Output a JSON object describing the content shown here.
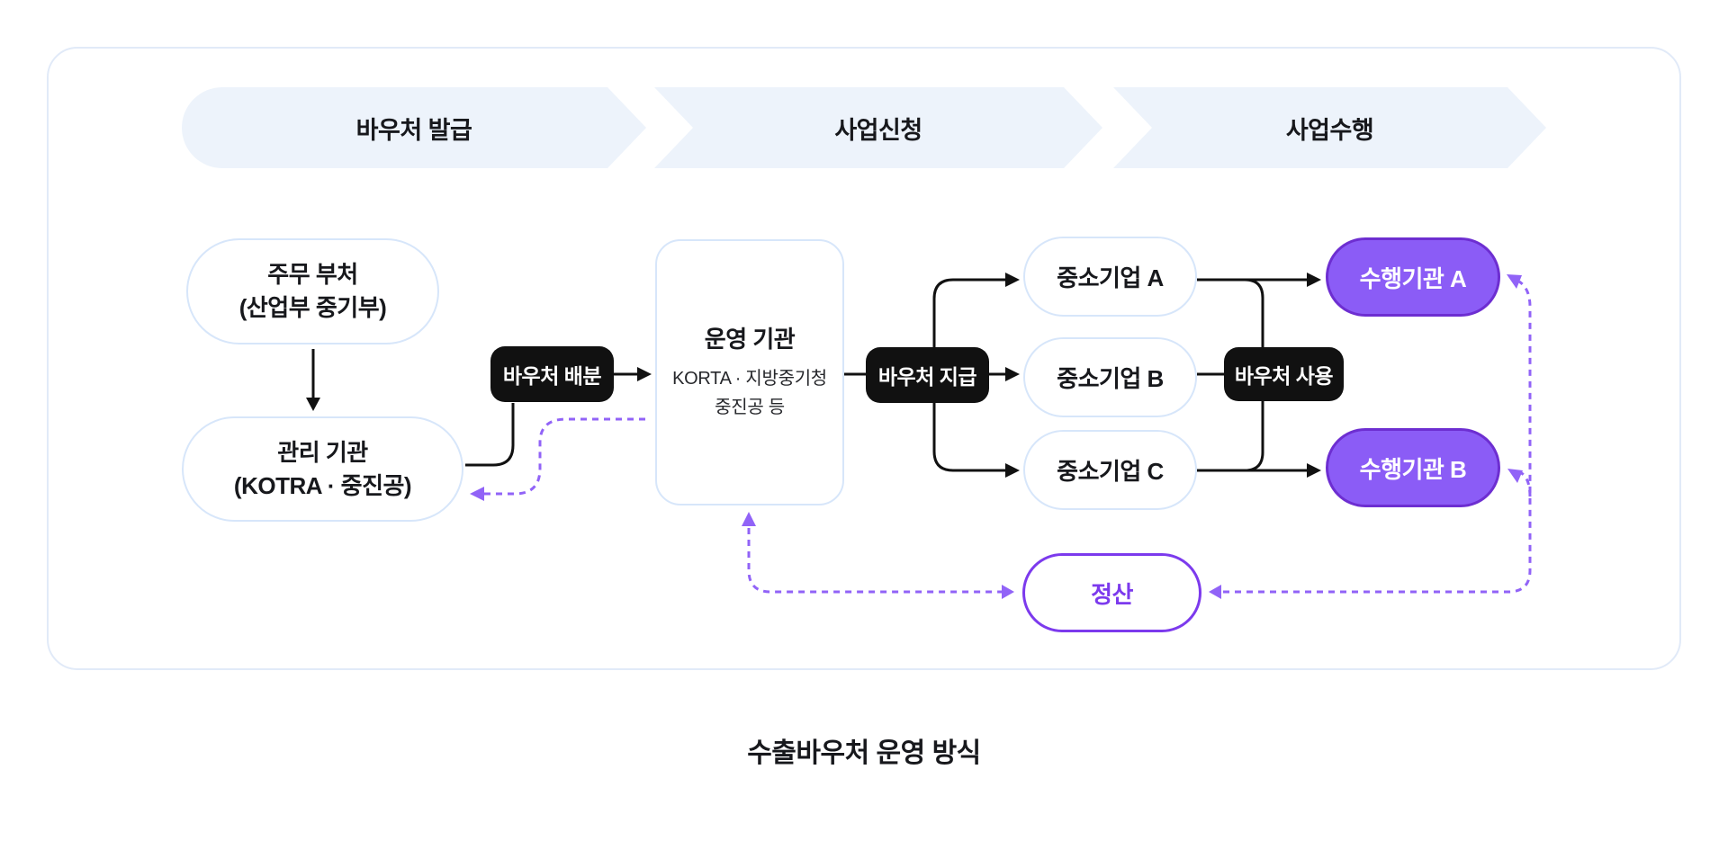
{
  "caption": "수출바우처 운영 방식",
  "stages": [
    {
      "label": "바우처 발급"
    },
    {
      "label": "사업신청"
    },
    {
      "label": "사업수행"
    }
  ],
  "nodes": {
    "ministry": {
      "title": "주무 부처",
      "subtitle": "(산업부 중기부)"
    },
    "management": {
      "title": "관리 기관",
      "subtitle": "(KOTRA · 중진공)"
    },
    "operating": {
      "title": "운영 기관",
      "subtitle_line1": "KORTA · 지방중기청",
      "subtitle_line2": "중진공 등"
    },
    "sme_a": {
      "label": "중소기업 A"
    },
    "sme_b": {
      "label": "중소기업 B"
    },
    "sme_c": {
      "label": "중소기업 C"
    },
    "agency_a": {
      "label": "수행기관 A"
    },
    "agency_b": {
      "label": "수행기관 B"
    },
    "settlement": {
      "label": "정산"
    }
  },
  "badges": {
    "distribution": "바우처 배분",
    "payment": "바우처 지급",
    "use": "바우처 사용"
  },
  "colors": {
    "agency_purple_fill": "#8b5cf6",
    "agency_purple_border": "#6d2ed1",
    "settlement_purple": "#7c3aed",
    "dashed_purple": "#9163f7",
    "badge_black": "#111111",
    "node_border_blue": "#d7e6fa",
    "chevron_bg": "#edf3fb",
    "container_border": "#e1eaf8"
  }
}
